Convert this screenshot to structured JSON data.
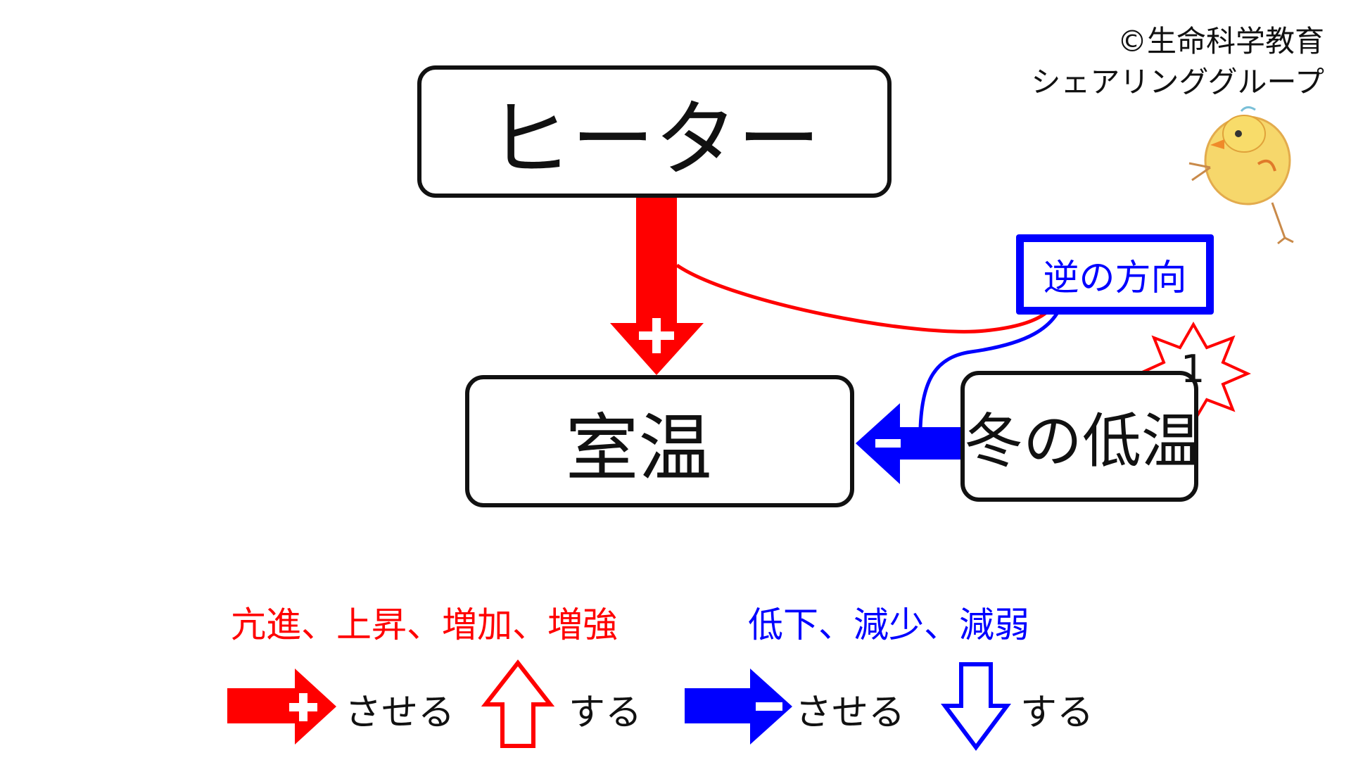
{
  "copyright": {
    "line1": "©生命科学教育",
    "line2": "シェアリンググループ"
  },
  "nodes": {
    "heater": "ヒーター",
    "room_temperature": "室温",
    "winter_low_temperature": "冬の低温"
  },
  "reverse_box": {
    "label": "逆の方向"
  },
  "burst": {
    "number": "1"
  },
  "legend": {
    "increase_terms": "亢進、上昇、増加、増強",
    "decrease_terms": "低下、減少、減弱",
    "promote_label": "させる",
    "rise_label": "する",
    "suppress_label": "させる",
    "fall_label": "する"
  },
  "colors": {
    "increase": "#ff0000",
    "decrease": "#0000ff",
    "outline": "#111111"
  },
  "icons": {
    "plus": "plus-icon",
    "minus": "minus-icon",
    "up_arrow": "up-arrow-icon",
    "down_arrow": "down-arrow-icon",
    "chick": "chick-icon",
    "burst": "starburst-icon"
  }
}
